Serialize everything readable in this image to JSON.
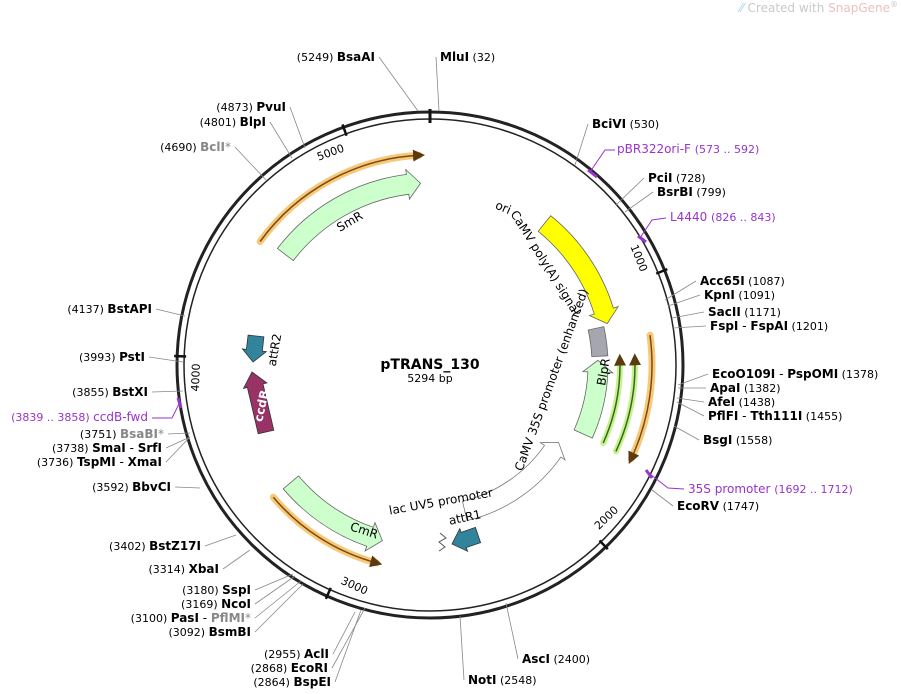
{
  "watermark": {
    "prefix": "Created with ",
    "brand": "SnapGene",
    "reg": "®"
  },
  "plasmid": {
    "name": "pTRANS_130",
    "length_label": "5294 bp",
    "length": 5294
  },
  "ticks": [
    "1000",
    "2000",
    "3000",
    "4000",
    "5000"
  ],
  "features": [
    {
      "label": "ori",
      "start": 573,
      "end": 1130,
      "color": "#ffff00",
      "dir": 1
    },
    {
      "label": "SmR",
      "start": 4520,
      "end": 5250,
      "color": "#ccffcc",
      "dir": 1
    },
    {
      "label": "BlpR",
      "start": 1300,
      "end": 1680,
      "color": "#ccffcc",
      "dir": -1
    },
    {
      "label": "CmR",
      "start": 2870,
      "end": 3380,
      "color": "#ccffcc",
      "dir": -1
    },
    {
      "label": "ccdB",
      "start": 3700,
      "end": 3800,
      "color": "#993366",
      "dir": 1
    },
    {
      "label": "attR2",
      "start": 3960,
      "end": 4020,
      "color": "#31849b",
      "dir": -1
    },
    {
      "label": "attR1",
      "start": 2560,
      "end": 2620,
      "color": "#31849b",
      "dir": -1
    },
    {
      "label": "CaMV 35S promoter (enhanced)",
      "start": 1780,
      "end": 2450,
      "color": "#ffffff",
      "dir": -1
    },
    {
      "label": "CaMV poly(A) signal",
      "start": 1140,
      "end": 1280,
      "color": "#a6a6b0",
      "dir": 0
    },
    {
      "label": "lac UV5 promoter",
      "start": 2640,
      "end": 2670,
      "color": "#ffffff",
      "dir": 0
    }
  ],
  "sites": [
    {
      "name": "BsaAI",
      "pos": "(5249)",
      "side": "L"
    },
    {
      "name": "MluI",
      "pos": "(32)",
      "side": "R"
    },
    {
      "name": "BciVI",
      "pos": "(530)",
      "side": "R"
    },
    {
      "name": "PciI",
      "pos": "(728)",
      "side": "R"
    },
    {
      "name": "BsrBI",
      "pos": "(799)",
      "side": "R"
    },
    {
      "name": "Acc65I",
      "pos": "(1087)",
      "side": "R"
    },
    {
      "name": "KpnI",
      "pos": "(1091)",
      "side": "R"
    },
    {
      "name": "SacII",
      "pos": "(1171)",
      "side": "R"
    },
    {
      "name": "FspI",
      "name2": "FspAI",
      "pos": "(1201)",
      "side": "R"
    },
    {
      "name": "EcoO109I",
      "name2": "PspOMI",
      "pos": "(1378)",
      "side": "R"
    },
    {
      "name": "ApaI",
      "pos": "(1382)",
      "side": "R"
    },
    {
      "name": "AfeI",
      "pos": "(1438)",
      "side": "R"
    },
    {
      "name": "PflFI",
      "name2": "Tth111I",
      "pos": "(1455)",
      "side": "R"
    },
    {
      "name": "BsgI",
      "pos": "(1558)",
      "side": "R"
    },
    {
      "name": "EcoRV",
      "pos": "(1747)",
      "side": "R"
    },
    {
      "name": "AscI",
      "pos": "(2400)",
      "side": "R"
    },
    {
      "name": "NotI",
      "pos": "(2548)",
      "side": "R"
    },
    {
      "name": "BspEI",
      "pos": "(2864)",
      "side": "L"
    },
    {
      "name": "EcoRI",
      "pos": "(2868)",
      "side": "L"
    },
    {
      "name": "AclI",
      "pos": "(2955)",
      "side": "L"
    },
    {
      "name": "BsmBI",
      "pos": "(3092)",
      "side": "L"
    },
    {
      "name": "PasI",
      "name2": "PflMI",
      "star2": "*",
      "pos": "(3100)",
      "side": "L"
    },
    {
      "name": "NcoI",
      "pos": "(3169)",
      "side": "L"
    },
    {
      "name": "SspI",
      "pos": "(3180)",
      "side": "L"
    },
    {
      "name": "XbaI",
      "pos": "(3314)",
      "side": "L"
    },
    {
      "name": "BstZ17I",
      "pos": "(3402)",
      "side": "L"
    },
    {
      "name": "BbvCI",
      "pos": "(3592)",
      "side": "L"
    },
    {
      "name": "TspMI",
      "name2": "XmaI",
      "pos": "(3736)",
      "side": "L"
    },
    {
      "name": "SmaI",
      "name2": "SrfI",
      "pos": "(3738)",
      "side": "L"
    },
    {
      "name": "BsaBI",
      "star": "*",
      "pos": "(3751)",
      "side": "L",
      "gray": true
    },
    {
      "name": "BstXI",
      "pos": "(3855)",
      "side": "L"
    },
    {
      "name": "PstI",
      "pos": "(3993)",
      "side": "L"
    },
    {
      "name": "BstAPI",
      "pos": "(4137)",
      "side": "L"
    },
    {
      "name": "BclI",
      "star": "*",
      "pos": "(4690)",
      "side": "L",
      "gray": true
    },
    {
      "name": "BlpI",
      "pos": "(4801)",
      "side": "L"
    },
    {
      "name": "PvuI",
      "pos": "(4873)",
      "side": "L"
    }
  ],
  "primers": [
    {
      "name": "pBR322ori-F",
      "range": "(573 .. 592)"
    },
    {
      "name": "L4440",
      "range": "(826 .. 843)"
    },
    {
      "name": "35S promoter",
      "range": "(1692 .. 1712)"
    },
    {
      "name": "ccdB-fwd",
      "range": "(3839 .. 3858)"
    }
  ],
  "colors": {
    "primer": "#9933cc",
    "orf": "#f5c27a",
    "orfStroke": "#a3601a",
    "backbone": "#222222",
    "gray": "#888888"
  }
}
